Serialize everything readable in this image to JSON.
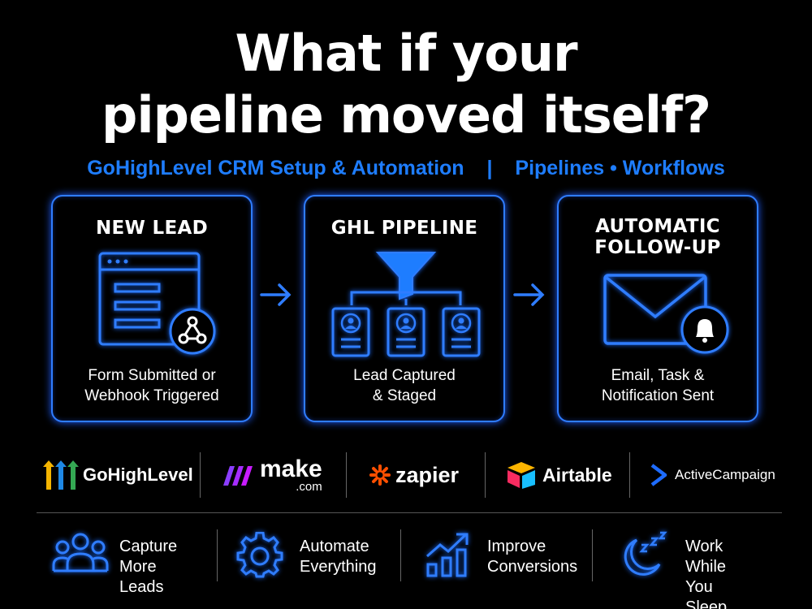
{
  "headline": {
    "line1": "What if your",
    "line2": "pipeline moved itself?"
  },
  "subheadline": {
    "left": "GoHighLevel CRM Setup & Automation",
    "separator": "|",
    "right": "Pipelines • Workflows"
  },
  "cards": [
    {
      "title_lines": [
        "NEW LEAD"
      ],
      "desc_lines": [
        "Form Submitted or",
        "Webhook Triggered"
      ],
      "icon": "webform-webhook-icon"
    },
    {
      "title_lines": [
        "GHL PIPELINE"
      ],
      "desc_lines": [
        "Lead Captured",
        "& Staged"
      ],
      "icon": "funnel-contacts-icon"
    },
    {
      "title_lines": [
        "AUTOMATIC",
        "FOLLOW-UP"
      ],
      "desc_lines": [
        "Email, Task &",
        "Notification Sent"
      ],
      "icon": "envelope-bell-icon"
    }
  ],
  "integrations": [
    {
      "name": "GoHighLevel",
      "icon": "gohighlevel-logo"
    },
    {
      "name": "make",
      "sub": ".com",
      "icon": "make-logo"
    },
    {
      "name": "zapier",
      "icon": "zapier-logo"
    },
    {
      "name": "Airtable",
      "icon": "airtable-logo"
    },
    {
      "name": "ActiveCampaign",
      "icon": "activecampaign-logo"
    }
  ],
  "benefits": [
    {
      "line1": "Capture",
      "line2": "More Leads",
      "icon": "people-icon"
    },
    {
      "line1": "Automate",
      "line2": "Everything",
      "icon": "gear-icon"
    },
    {
      "line1": "Improve",
      "line2": "Conversions",
      "icon": "growth-chart-icon"
    },
    {
      "line1": "Work While",
      "line2": "You Sleep",
      "icon": "moon-sleep-icon"
    }
  ],
  "colors": {
    "background": "#000000",
    "accent": "#1e7dff",
    "neon": "#2f7dff",
    "text": "#ffffff"
  }
}
